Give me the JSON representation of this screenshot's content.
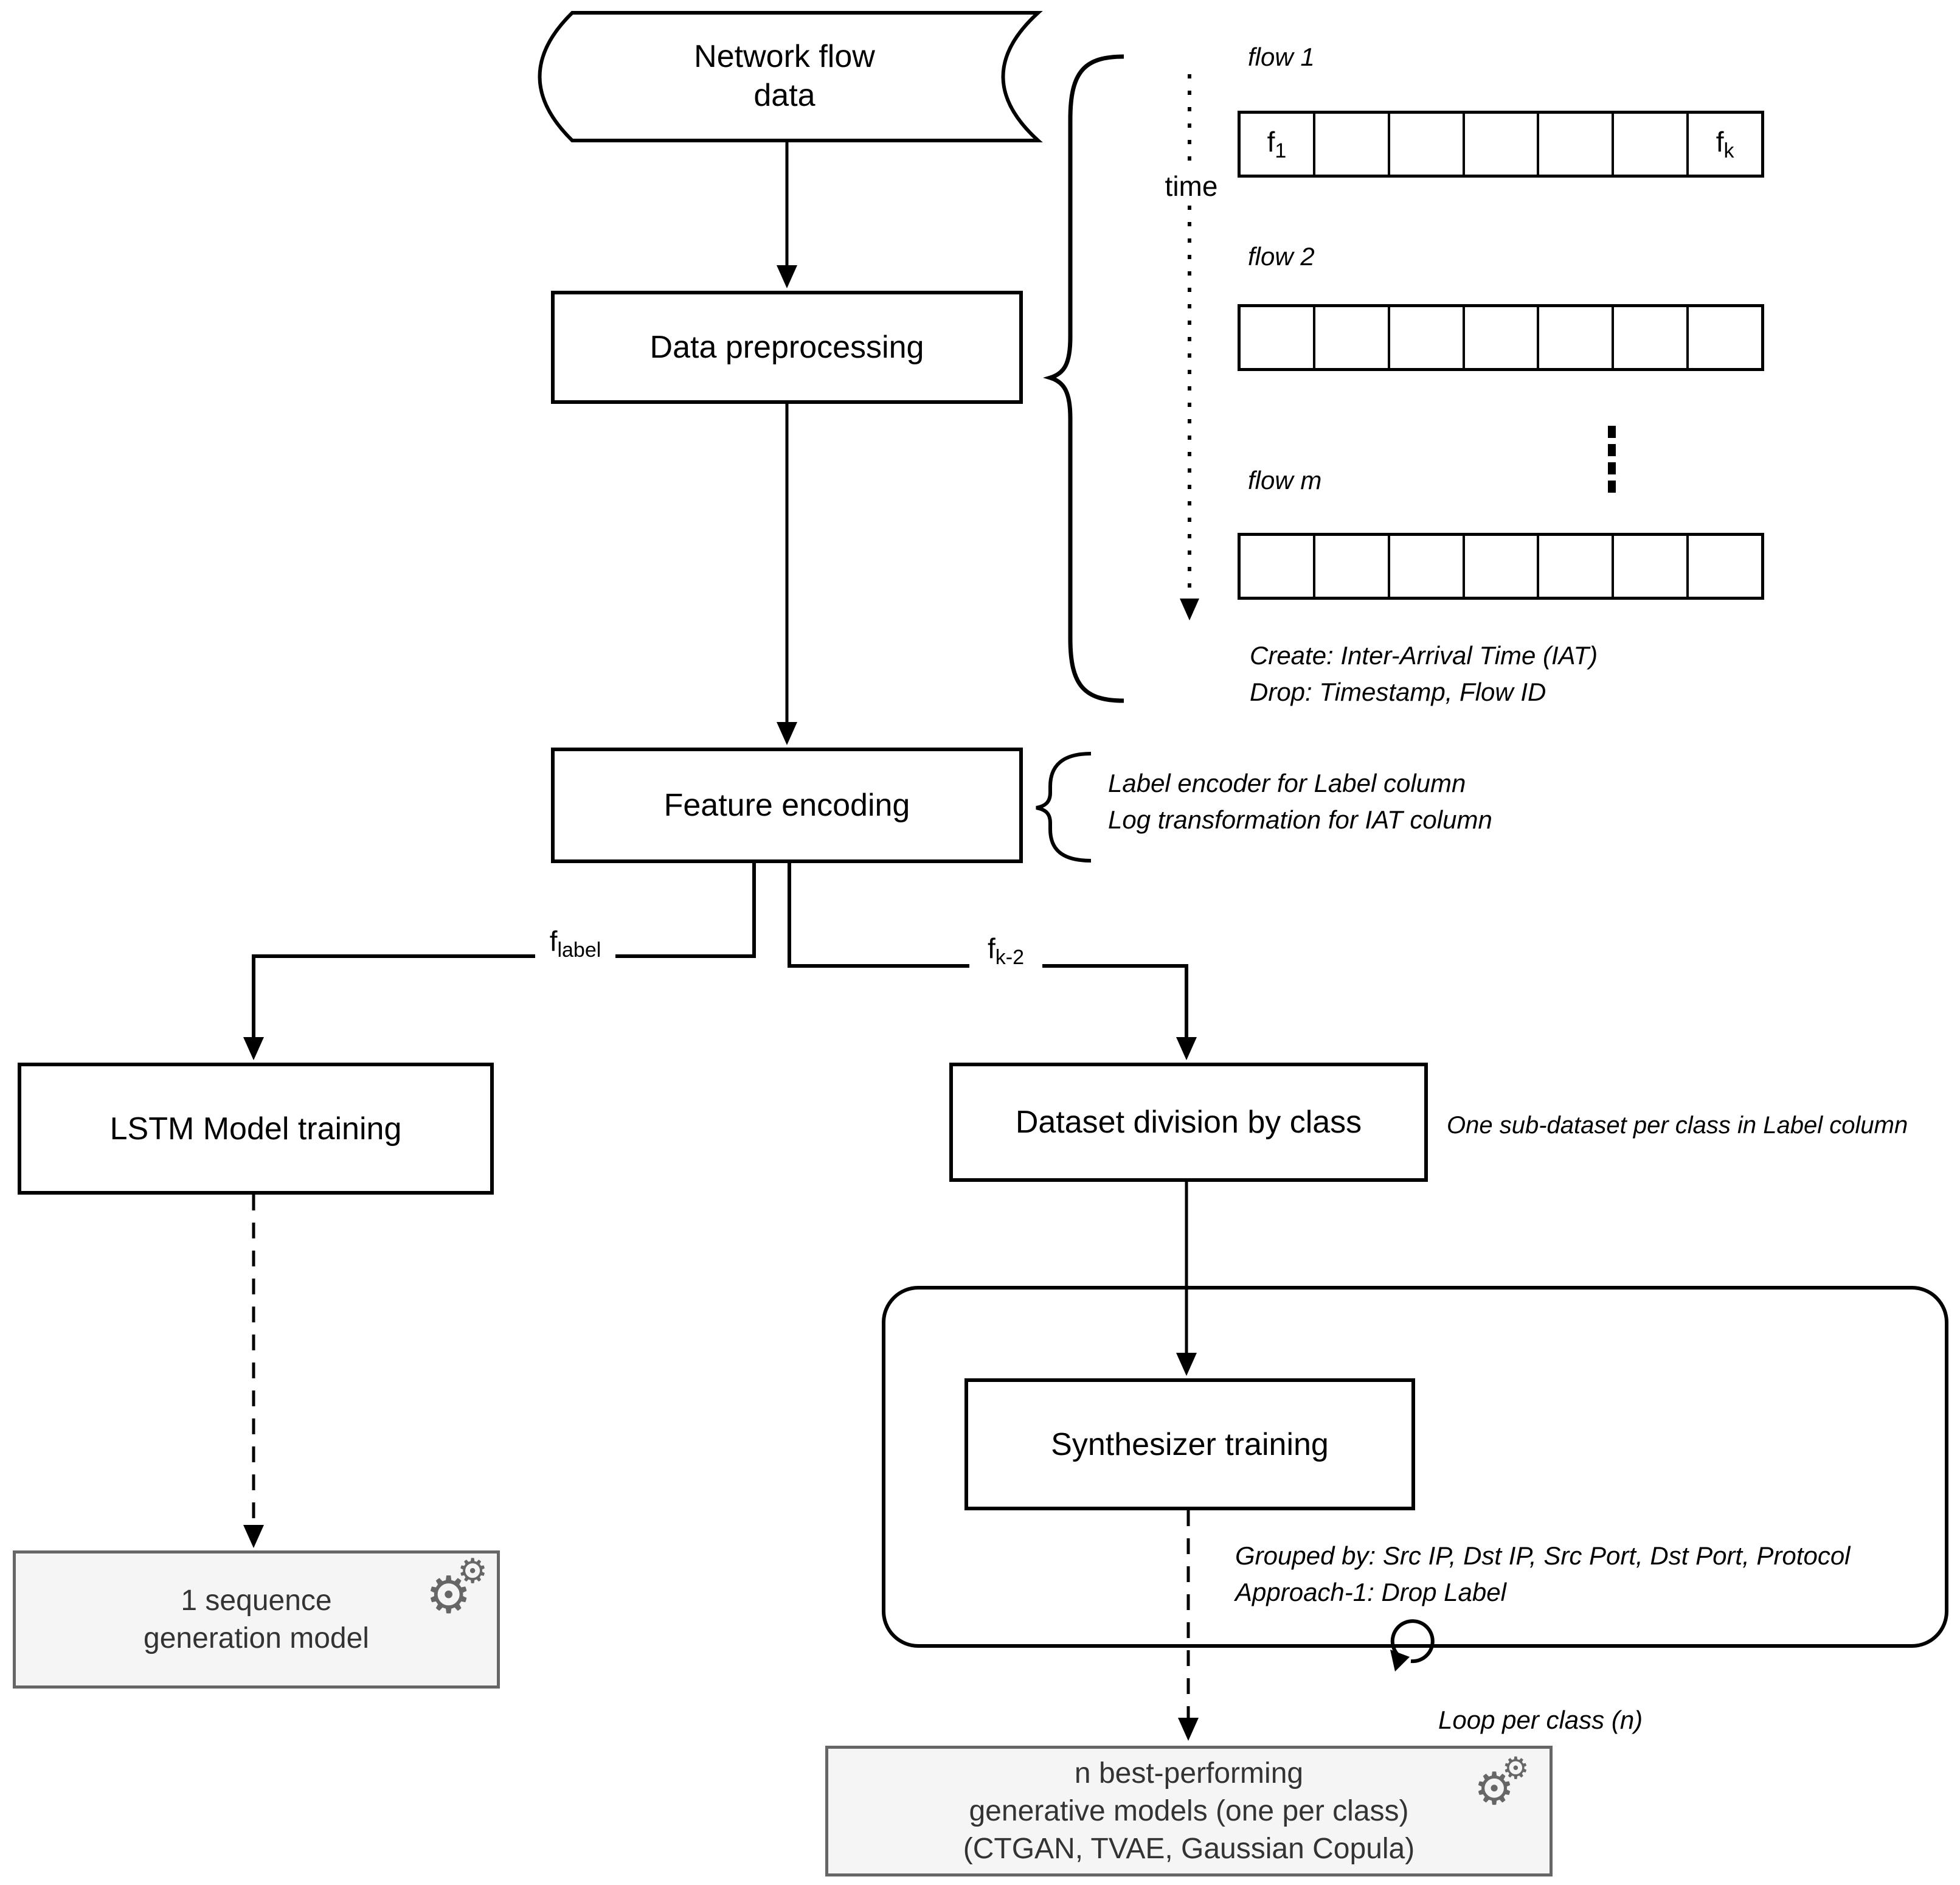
{
  "nodes": {
    "network_flow": {
      "line1": "Network flow",
      "line2": "data"
    },
    "data_preprocessing": {
      "label": "Data preprocessing"
    },
    "feature_encoding": {
      "label": "Feature encoding"
    },
    "lstm_training": {
      "label": "LSTM Model training"
    },
    "dataset_division": {
      "label": "Dataset division by class"
    },
    "synthesizer_training": {
      "label": "Synthesizer training"
    },
    "sequence_model": {
      "line1": "1 sequence",
      "line2": "generation model"
    },
    "generative_models": {
      "line1": "n best-performing",
      "line2": "generative models (one per class)",
      "line3": "(CTGAN, TVAE, Gaussian Copula)"
    }
  },
  "flow_panel": {
    "time_label": "time",
    "flow1_label": "flow 1",
    "flow2_label": "flow 2",
    "flowm_label": "flow m",
    "first_cell": {
      "base": "f",
      "sub": "1"
    },
    "last_cell": {
      "base": "f",
      "sub": "k"
    }
  },
  "edge_labels": {
    "to_lstm": {
      "base": "f",
      "sub": "label"
    },
    "to_division": {
      "base": "f",
      "sub": "k-2"
    }
  },
  "annotations": {
    "preprocessing": [
      "Create: Inter-Arrival Time (IAT)",
      "Drop: Timestamp, Flow ID"
    ],
    "encoding": [
      "Label encoder for Label column",
      "Log transformation for IAT column"
    ],
    "division": "One sub-dataset per class in Label column",
    "synthesizer": [
      "Grouped by: Src IP,  Dst IP, Src Port, Dst Port, Protocol",
      "Approach-1: Drop Label"
    ],
    "loop": "Loop per class (n)"
  },
  "icons": {
    "gear": "⚙"
  },
  "colors": {
    "stroke": "#000000",
    "model_fill": "#f5f5f5",
    "model_border": "#666666",
    "model_text": "#333333"
  }
}
